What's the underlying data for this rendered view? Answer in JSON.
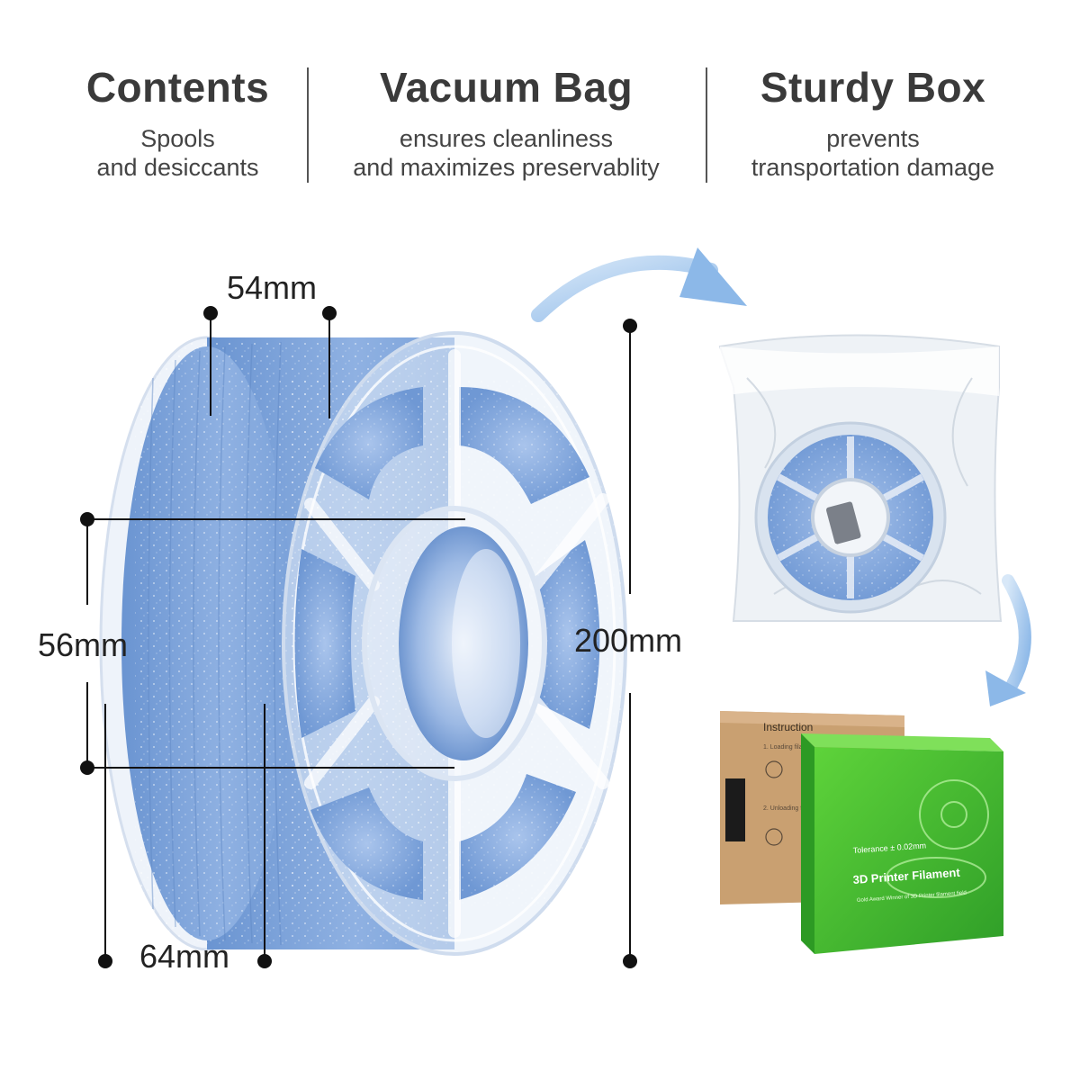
{
  "features": [
    {
      "title": "Contents",
      "line1": "Spools",
      "line2": "and desiccants"
    },
    {
      "title": "Vacuum Bag",
      "line1": "ensures cleanliness",
      "line2": "and maximizes preservablity"
    },
    {
      "title": "Sturdy Box",
      "line1": "prevents",
      "line2": "transportation damage"
    }
  ],
  "dimensions": {
    "width_top": "54mm",
    "hub_diameter": "56mm",
    "width_bottom": "64mm",
    "outer_diameter": "200mm"
  },
  "box": {
    "instruction_title": "Instruction",
    "step1": "1. Loading filament",
    "step2": "2. Unloading filament",
    "tolerance": "Tolerance ± 0.02mm",
    "product_name": "3D Printer Filament",
    "tagline": "Gold Award Winner of 3D Printer filament field"
  },
  "colors": {
    "filament_blue": "#7fa6dc",
    "box_green": "#3bbf2e",
    "box_kraft": "#c9a071",
    "arrow_blue": "#9fc3ea"
  }
}
